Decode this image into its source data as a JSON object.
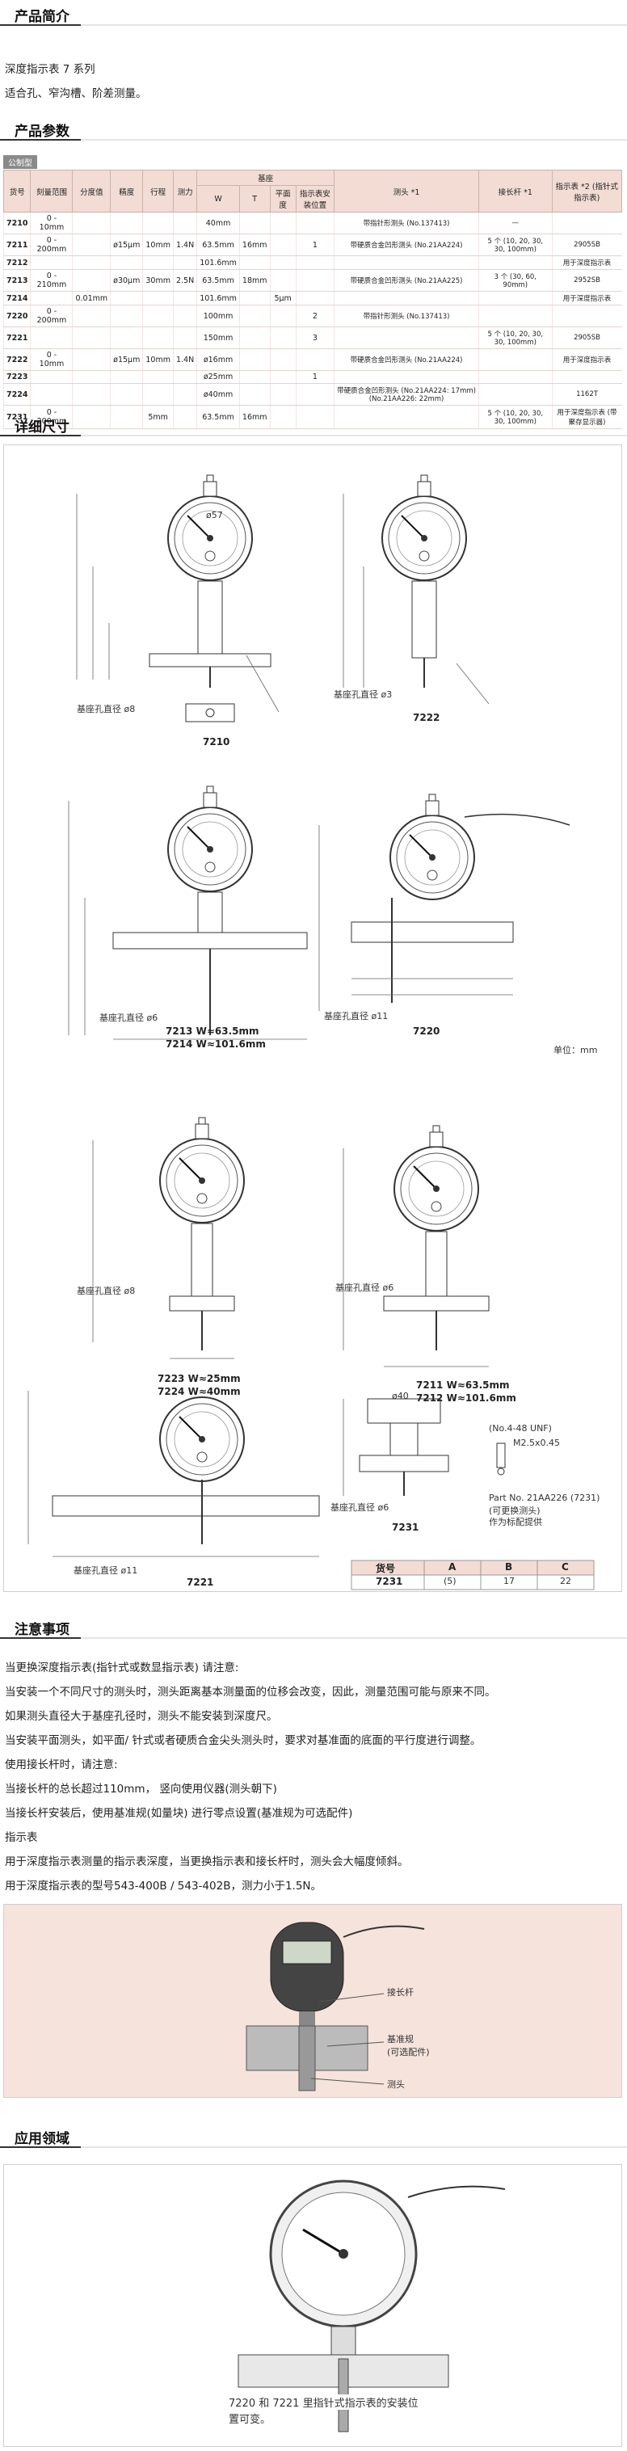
{
  "sections": {
    "intro": "产品简介",
    "params": "产品参数",
    "dims": "详细尺寸",
    "notes": "注意事项",
    "apps": "应用领域"
  },
  "intro": {
    "line1": "深度指示表 7 系列",
    "line2": "适合孔、窄沟槽、阶差测量。"
  },
  "spec_table": {
    "tag": "公制型",
    "headers": [
      "货号",
      "刻量范围",
      "分度值",
      "精度",
      "行程",
      "测力",
      "W",
      "T",
      "平面度",
      "指示表安装位置",
      "测头 *1",
      "接长杆 *1",
      "指示表 *2 (指针式指示表)"
    ],
    "base_header": "基座",
    "rows": [
      {
        "model": "7210",
        "range": "0 - 10mm",
        "grad": "",
        "acc": "",
        "stroke": "",
        "force": "",
        "w": "40mm",
        "t": "",
        "flat": "",
        "pos": "",
        "probe": "带指针形测头 (No.137413)",
        "rod": "—",
        "ind": ""
      },
      {
        "model": "7211",
        "range": "0 - 200mm",
        "grad": "",
        "acc": "ø15μm",
        "stroke": "10mm",
        "force": "1.4N",
        "w": "63.5mm",
        "t": "16mm",
        "flat": "",
        "pos": "1",
        "probe": "带硬质合金凹形测头 (No.21AA224)",
        "rod": "5 个 (10, 20, 30, 30, 100mm)",
        "ind": "2905SB"
      },
      {
        "model": "7212",
        "range": "",
        "grad": "",
        "acc": "",
        "stroke": "",
        "force": "",
        "w": "101.6mm",
        "t": "",
        "flat": "",
        "pos": "",
        "probe": "",
        "rod": "",
        "ind": "用于深度指示表"
      },
      {
        "model": "7213",
        "range": "0 - 210mm",
        "grad": "",
        "acc": "ø30μm",
        "stroke": "30mm",
        "force": "2.5N",
        "w": "63.5mm",
        "t": "18mm",
        "flat": "",
        "pos": "",
        "probe": "带硬质合金凹形测头 (No.21AA225)",
        "rod": "3 个 (30, 60, 90mm)",
        "ind": "2952SB"
      },
      {
        "model": "7214",
        "range": "",
        "grad": "0.01mm",
        "acc": "",
        "stroke": "",
        "force": "",
        "w": "101.6mm",
        "t": "",
        "flat": "5μm",
        "pos": "",
        "probe": "",
        "rod": "",
        "ind": "用于深度指示表"
      },
      {
        "model": "7220",
        "range": "0 - 200mm",
        "grad": "",
        "acc": "",
        "stroke": "",
        "force": "",
        "w": "100mm",
        "t": "",
        "flat": "",
        "pos": "2",
        "probe": "带指针形测头 (No.137413)",
        "rod": "",
        "ind": ""
      },
      {
        "model": "7221",
        "range": "",
        "grad": "",
        "acc": "",
        "stroke": "",
        "force": "",
        "w": "150mm",
        "t": "",
        "flat": "",
        "pos": "3",
        "probe": "",
        "rod": "5 个 (10, 20, 30, 30, 100mm)",
        "ind": "2905SB"
      },
      {
        "model": "7222",
        "range": "0 - 10mm",
        "grad": "",
        "acc": "ø15μm",
        "stroke": "10mm",
        "force": "1.4N",
        "w": "ø16mm",
        "t": "",
        "flat": "",
        "pos": "",
        "probe": "带硬质合金凹形测头 (No.21AA224)",
        "rod": "",
        "ind": "用于深度指示表"
      },
      {
        "model": "7223",
        "range": "",
        "grad": "",
        "acc": "",
        "stroke": "",
        "force": "",
        "w": "ø25mm",
        "t": "",
        "flat": "",
        "pos": "1",
        "probe": "",
        "rod": "",
        "ind": ""
      },
      {
        "model": "7224",
        "range": "",
        "grad": "",
        "acc": "",
        "stroke": "",
        "force": "",
        "w": "ø40mm",
        "t": "",
        "flat": "",
        "pos": "",
        "probe": "带硬质合金凹形测头 (No.21AA224: 17mm) (No.21AA226: 22mm)",
        "rod": "",
        "ind": "1162T"
      },
      {
        "model": "7231",
        "range": "0 - 200mm",
        "grad": "",
        "acc": "",
        "stroke": "5mm",
        "force": "",
        "w": "63.5mm",
        "t": "16mm",
        "flat": "",
        "pos": "",
        "probe": "",
        "rod": "5 个 (10, 20, 30, 30, 100mm)",
        "ind": "用于深度指示表 (带聚存显示器)"
      }
    ]
  },
  "drawings": {
    "unit": "单位：mm",
    "labels": {
      "d7210": "7210",
      "d7222": "7222",
      "d7213": "7213 W≈63.5mm",
      "d7214": "7214 W≈101.6mm",
      "d7220": "7220",
      "d7223": "7223 W≈25mm",
      "d7224": "7224 W≈40mm",
      "d7211": "7211 W≈63.5mm",
      "d7212": "7212 W≈101.6mm",
      "d7221": "7221",
      "d7231": "7231",
      "hole8": "基座孔直径 ø8",
      "hole3": "基座孔直径 ø3",
      "hole6": "基座孔直径 ø6",
      "hole11": "基座孔直径 ø11",
      "part": "Part No. 21AA226 (7231)",
      "part2": "(可更换测头)",
      "part3": "作为标配提供",
      "unf": "(No.4-48 UNF)",
      "m2": "M2.5x0.45",
      "d57": "ø57",
      "d40": "ø40"
    },
    "abc": {
      "headers": [
        "货号",
        "A",
        "B",
        "C"
      ],
      "row": [
        "7231",
        "(5)",
        "17",
        "22"
      ]
    }
  },
  "notes": {
    "l1": "当更换深度指示表(指针式或数显指示表) 请注意:",
    "l2": "当安装一个不同尺寸的测头时，测头距离基本测量面的位移会改变，因此，测量范围可能与原来不同。",
    "l3": "如果测头直径大于基座孔径时，测头不能安装到深度尺。",
    "l4": "当安装平面测头，如平面/ 针式或者硬质合金尖头测头时，要求对基准面的底面的平行度进行调整。",
    "l5": "使用接长杆时，请注意:",
    "l6": "当接长杆的总长超过110mm， 竖向使用仪器(测头朝下)",
    "l7": "当接长杆安装后，使用基准规(如量块) 进行零点设置(基准规为可选配件)",
    "l8": "指示表",
    "l9": "用于深度指示表测量的指示表深度，当更换指示表和接长杆时，测头会大幅度倾斜。",
    "l10": "用于深度指示表的型号543-400B / 543-402B，测力小于1.5N。",
    "callouts": [
      "接长杆",
      "基准规",
      "(可选配件)",
      "测头"
    ]
  },
  "apps": {
    "caption1": "7220 和 7221 里指针式指示表的安装位",
    "caption2": "置可变。"
  },
  "colors": {
    "header_fill": "#f2dcd4",
    "illus_bg": "#f6e3dc",
    "text": "#222222"
  }
}
